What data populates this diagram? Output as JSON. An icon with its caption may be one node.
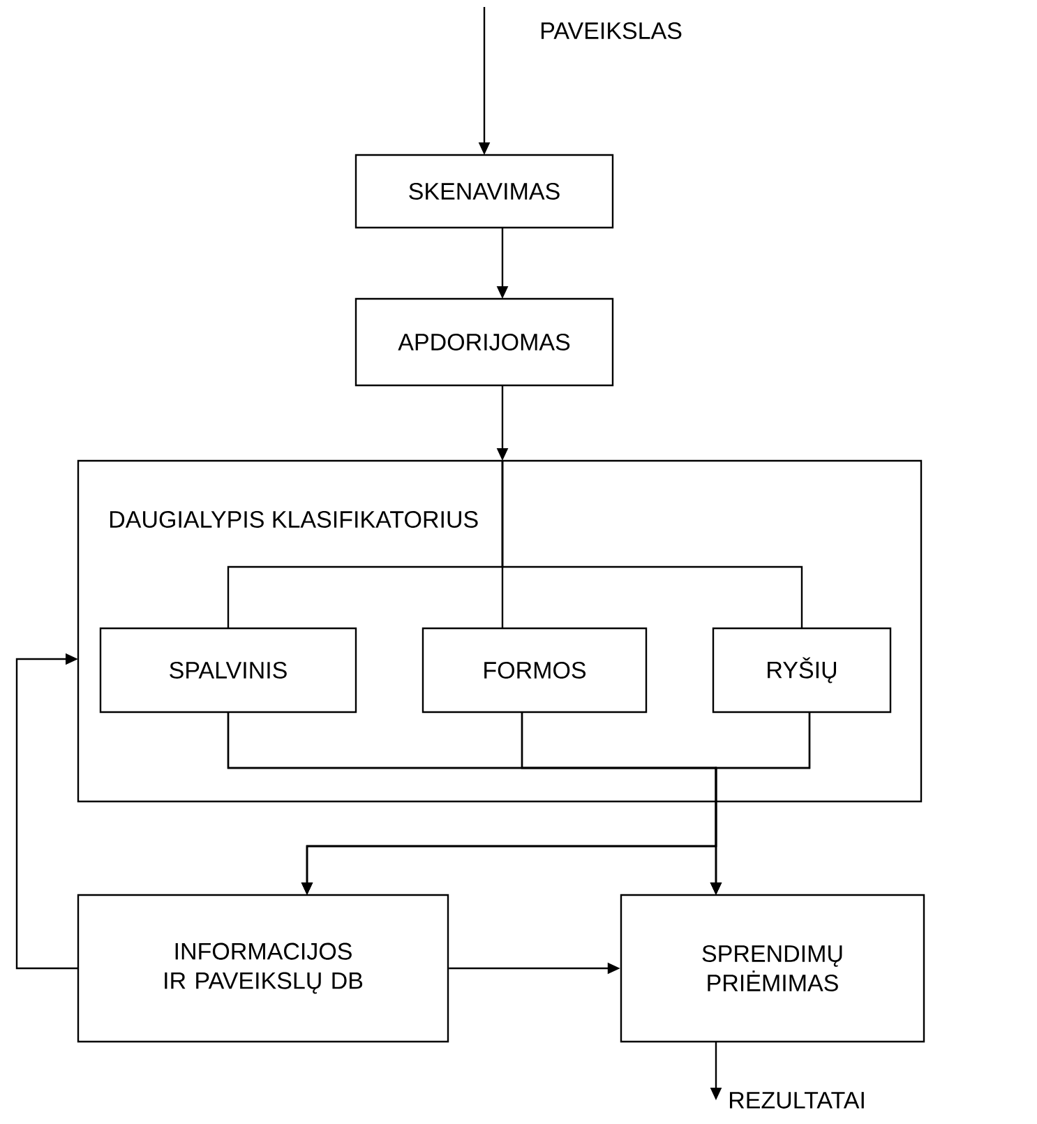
{
  "diagram": {
    "nodes": [
      {
        "text": [
          "PAVEIKSLAS"
        ]
      },
      {
        "text": [
          "SKENAVIMAS"
        ]
      },
      {
        "text": [
          "APDORIJOMAS"
        ]
      },
      {
        "text": [
          "DAUGIALYPIS KLASIFIKATORIUS"
        ]
      },
      {
        "text": [
          "SPALVINIS"
        ],
        "in": 3
      },
      {
        "text": [
          "FORMOS"
        ],
        "in": 3
      },
      {
        "text": [
          "RYŠIŲ"
        ],
        "in": 3
      },
      {
        "text": [
          "INFORMACIJOS IR PAVEIKSLŲ DB"
        ]
      },
      {
        "text": [
          "SPRENDIMŲ PRIĖMIMAS"
        ]
      },
      {
        "text": [
          "REZULTATAI"
        ]
      }
    ],
    "edges": [
      {
        "from": 0,
        "to": 1,
        "arrow": "to"
      },
      {
        "from": 1,
        "to": 2,
        "arrow": "to"
      },
      {
        "from": 2,
        "to": 3,
        "arrow": "to"
      },
      {
        "from": 3,
        "to": 4,
        "arrow": "none"
      },
      {
        "from": 3,
        "to": 5,
        "arrow": "none"
      },
      {
        "from": 3,
        "to": 6,
        "arrow": "none"
      },
      {
        "from": 4,
        "to": 7,
        "arrow": "to"
      },
      {
        "from": 4,
        "to": 8,
        "arrow": "to"
      },
      {
        "from": 5,
        "to": 7,
        "arrow": "to"
      },
      {
        "from": 5,
        "to": 8,
        "arrow": "to"
      },
      {
        "from": 6,
        "to": 7,
        "arrow": "to"
      },
      {
        "from": 6,
        "to": 8,
        "arrow": "to"
      },
      {
        "from": 7,
        "to": 3,
        "arrow": "to"
      },
      {
        "from": 7,
        "to": 8,
        "arrow": "to"
      },
      {
        "from": 8,
        "to": 9,
        "arrow": "to"
      }
    ]
  }
}
